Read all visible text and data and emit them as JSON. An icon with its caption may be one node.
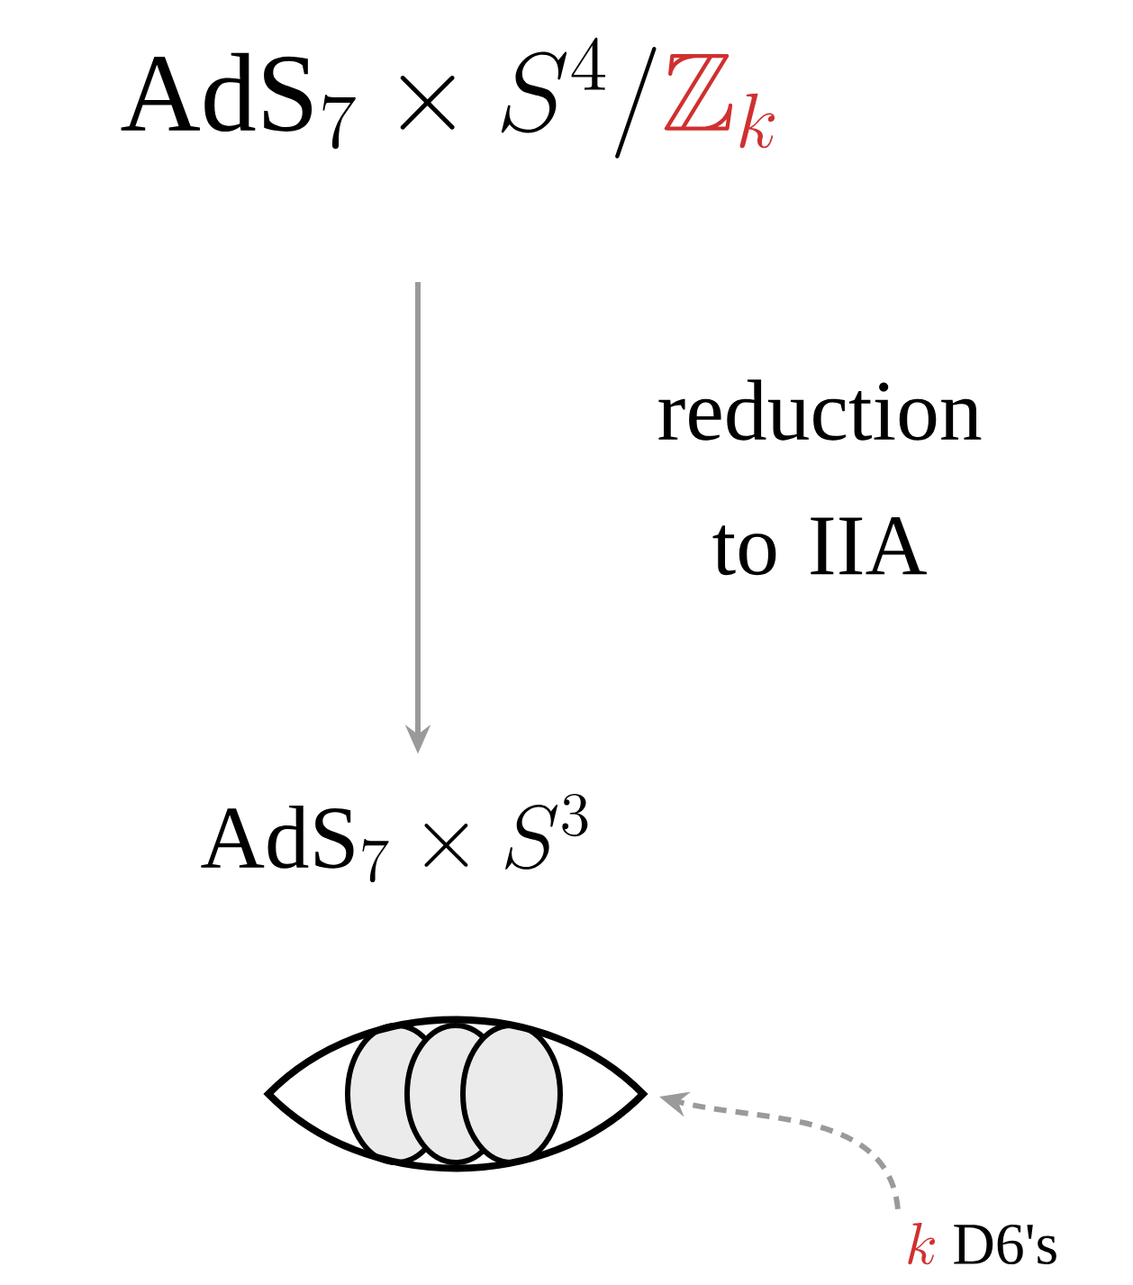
{
  "diagram": {
    "nodes": [
      {
        "text": [
          "\\mathrm{AdS}_7\\times S^4/",
          "\\mathbb{Z}_k"
        ]
      },
      {
        "text": [
          "\\mathrm{AdS}_7\\times S^3"
        ]
      },
      {
        "text": [],
        "shape": "picture"
      },
      {
        "text": [
          "k",
          "D6's"
        ]
      }
    ],
    "edges": [
      {
        "from": 0,
        "to": 1,
        "arrow": "to",
        "label": "reduction to IIA"
      },
      {
        "from": 3,
        "to": 2,
        "arrow": "to",
        "style": "dashed"
      }
    ]
  }
}
